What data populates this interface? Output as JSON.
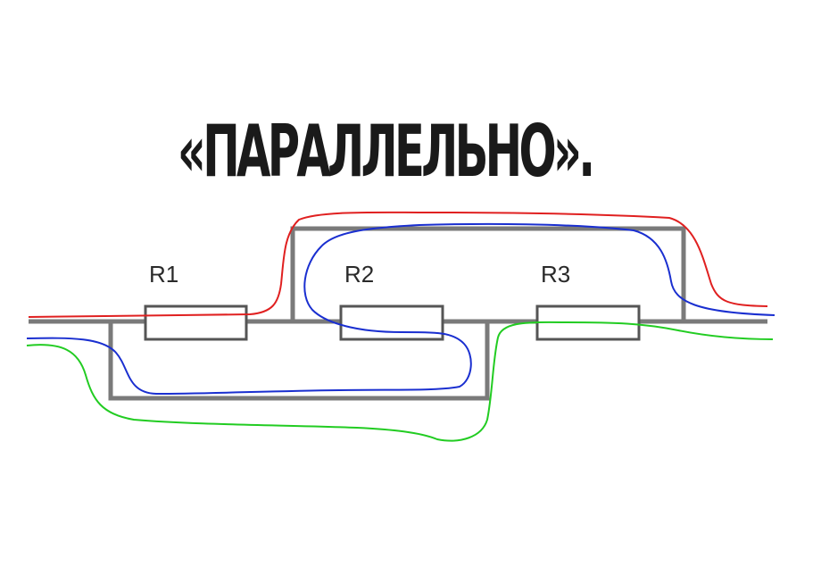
{
  "title": "«ПАРАЛЛЕЛЬНО».",
  "resistors": [
    {
      "label": "R1"
    },
    {
      "label": "R2"
    },
    {
      "label": "R3"
    }
  ],
  "colors": {
    "wire": "#7a7a7a",
    "path_red": "#e02020",
    "path_blue": "#1a2fd0",
    "path_green": "#22cc22"
  }
}
